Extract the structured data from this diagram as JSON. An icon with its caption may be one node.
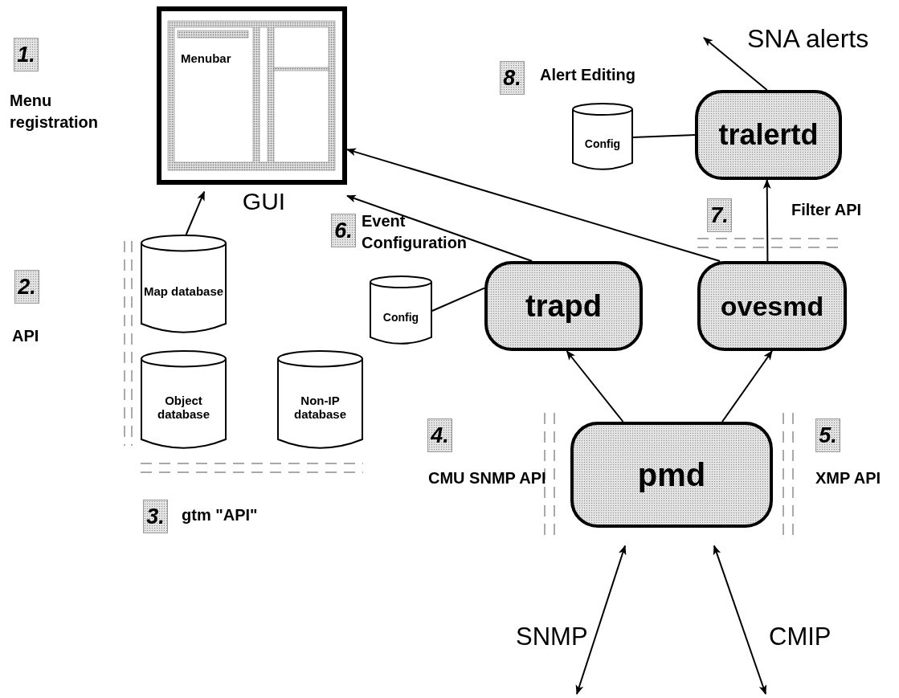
{
  "diagram": {
    "nodes": [
      {
        "text": [
          "Menubar",
          "GUI"
        ]
      },
      {
        "text": [
          "Map database"
        ]
      },
      {
        "text": [
          "Object database"
        ]
      },
      {
        "text": [
          "Non-IP database"
        ]
      },
      {
        "text": [
          "Config"
        ]
      },
      {
        "text": [
          "trapd"
        ]
      },
      {
        "text": [
          "ovesmd"
        ]
      },
      {
        "text": [
          "pmd"
        ]
      },
      {
        "text": [
          "Config"
        ]
      },
      {
        "text": [
          "tralertd"
        ]
      }
    ],
    "edges": [
      {
        "from": 1,
        "to": 0,
        "arrow": "to"
      },
      {
        "from": 5,
        "to": 0,
        "arrow": "to"
      },
      {
        "from": 6,
        "to": 0,
        "arrow": "to"
      },
      {
        "from": 6,
        "to": 9,
        "arrow": "to"
      },
      {
        "from": 9,
        "to": null,
        "arrow": "to"
      },
      {
        "from": 8,
        "to": 9,
        "arrow": "none"
      },
      {
        "from": 4,
        "to": 5,
        "arrow": "none"
      },
      {
        "from": 7,
        "to": 5,
        "arrow": "to"
      },
      {
        "from": 7,
        "to": 6,
        "arrow": "to"
      },
      {
        "from": null,
        "to": 7,
        "arrow": "both",
        "label": "SNMP"
      },
      {
        "from": null,
        "to": 7,
        "arrow": "both",
        "label": "CMIP"
      }
    ],
    "labels": [
      "SNA alerts",
      "1.",
      "8.",
      "Alert Editing",
      "Menu registration",
      "7.",
      "Filter API",
      "6.",
      "Event Configuration",
      "2.",
      "API",
      "4.",
      "5.",
      "CMU SNMP API",
      "XMP API",
      "3.",
      "gtm \"API\""
    ]
  }
}
